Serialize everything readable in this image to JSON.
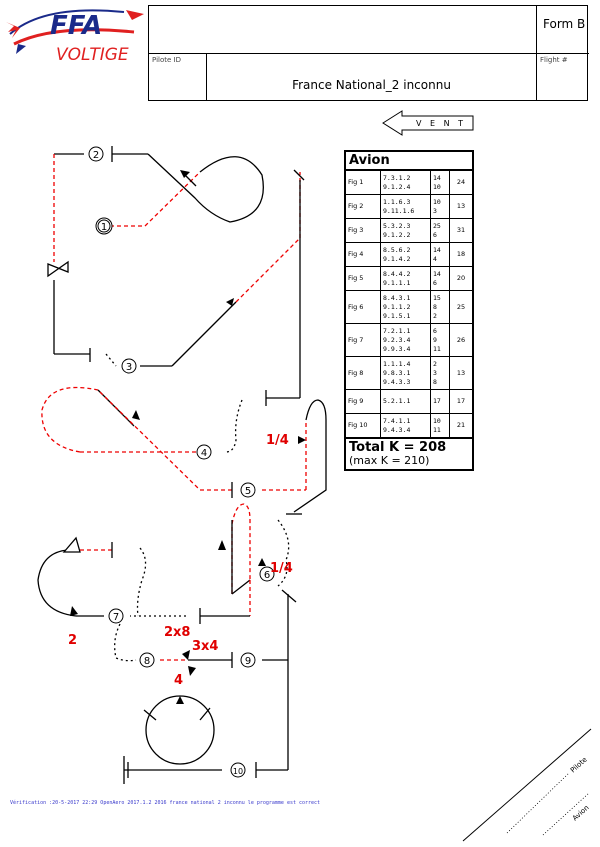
{
  "logo": {
    "line1": "FFA",
    "line2": "VOLTIGE",
    "brand_red": "#e02020",
    "brand_blue": "#1a2a8a"
  },
  "header": {
    "form_label": "Form B",
    "pilot_id_label": "Pilote ID",
    "flight_label": "Flight #",
    "sequence_title": "France National_2 inconnu"
  },
  "wind": {
    "label": "V E N T"
  },
  "kfactor": {
    "title": "Avion",
    "rows": [
      {
        "fig": "Fig 1",
        "codes": [
          "7.3.1.2",
          "9.1.2.4"
        ],
        "ks": [
          "14",
          "10"
        ],
        "total": "24"
      },
      {
        "fig": "Fig 2",
        "codes": [
          "1.1.6.3",
          "9.11.1.6"
        ],
        "ks": [
          "10",
          "3"
        ],
        "total": "13"
      },
      {
        "fig": "Fig 3",
        "codes": [
          "5.3.2.3",
          "9.1.2.2"
        ],
        "ks": [
          "25",
          "6"
        ],
        "total": "31"
      },
      {
        "fig": "Fig 4",
        "codes": [
          "8.5.6.2",
          "9.1.4.2"
        ],
        "ks": [
          "14",
          "4"
        ],
        "total": "18"
      },
      {
        "fig": "Fig 5",
        "codes": [
          "8.4.4.2",
          "9.1.1.1"
        ],
        "ks": [
          "14",
          "6"
        ],
        "total": "20"
      },
      {
        "fig": "Fig 6",
        "codes": [
          "8.4.3.1",
          "9.1.1.2",
          "9.1.5.1"
        ],
        "ks": [
          "15",
          "8",
          "2"
        ],
        "total": "25"
      },
      {
        "fig": "Fig 7",
        "codes": [
          "7.2.1.1",
          "9.2.3.4",
          "9.9.3.4"
        ],
        "ks": [
          "6",
          "9",
          "11"
        ],
        "total": "26"
      },
      {
        "fig": "Fig 8",
        "codes": [
          "1.1.1.4",
          "9.8.3.1",
          "9.4.3.3"
        ],
        "ks": [
          "2",
          "3",
          "8"
        ],
        "total": "13"
      },
      {
        "fig": "Fig 9",
        "codes": [
          "5.2.1.1"
        ],
        "ks": [
          "17"
        ],
        "total": "17"
      },
      {
        "fig": "Fig 10",
        "codes": [
          "7.4.1.1",
          "9.4.3.4"
        ],
        "ks": [
          "10",
          "11"
        ],
        "total": "21"
      }
    ],
    "total_label": "Total K = 208",
    "max_label": "(max K = 210)"
  },
  "figures": {
    "numbers": [
      "1",
      "2",
      "3",
      "4",
      "5",
      "6",
      "7",
      "8",
      "9",
      "10"
    ],
    "rolls": {
      "r1": "1/4",
      "r2": "1/4",
      "r3": "2",
      "r4": "2x8",
      "r5": "3x4",
      "r6": "4"
    },
    "roll_color": "#e00000",
    "line_color": "#000000",
    "inverted_color": "#e00000"
  },
  "footer": {
    "note": "Vérification :20-5-2017 22:29 OpenAero 2017.1.2 2016 france national 2 inconnu le programme est correct",
    "pilot_sign_label": "Pilote",
    "plane_sign_label": "Avion"
  }
}
